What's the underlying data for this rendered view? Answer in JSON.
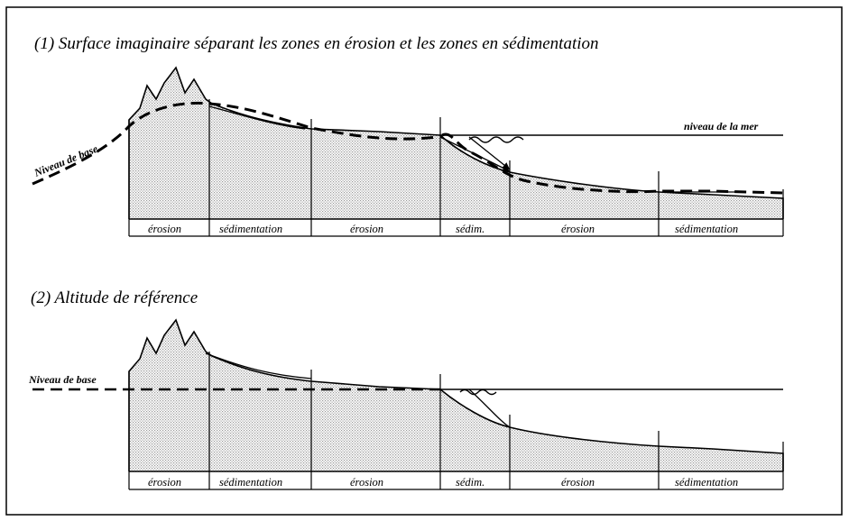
{
  "panel1": {
    "title": "(1) Surface imaginaire séparant les zones en érosion et les zones en sédimentation",
    "base_label": "Niveau de base",
    "sea_label": "niveau de la mer",
    "zones": [
      "érosion",
      "sédimentation",
      "érosion",
      "sédim.",
      "érosion",
      "sédimentation"
    ]
  },
  "panel2": {
    "title": "(2) Altitude de référence",
    "base_label": "Niveau de base",
    "zones": [
      "érosion",
      "sédimentation",
      "érosion",
      "sédim.",
      "érosion",
      "sédimentation"
    ]
  },
  "colors": {
    "ink": "#000000",
    "stipple": "#c8c8c8",
    "background": "#ffffff"
  }
}
